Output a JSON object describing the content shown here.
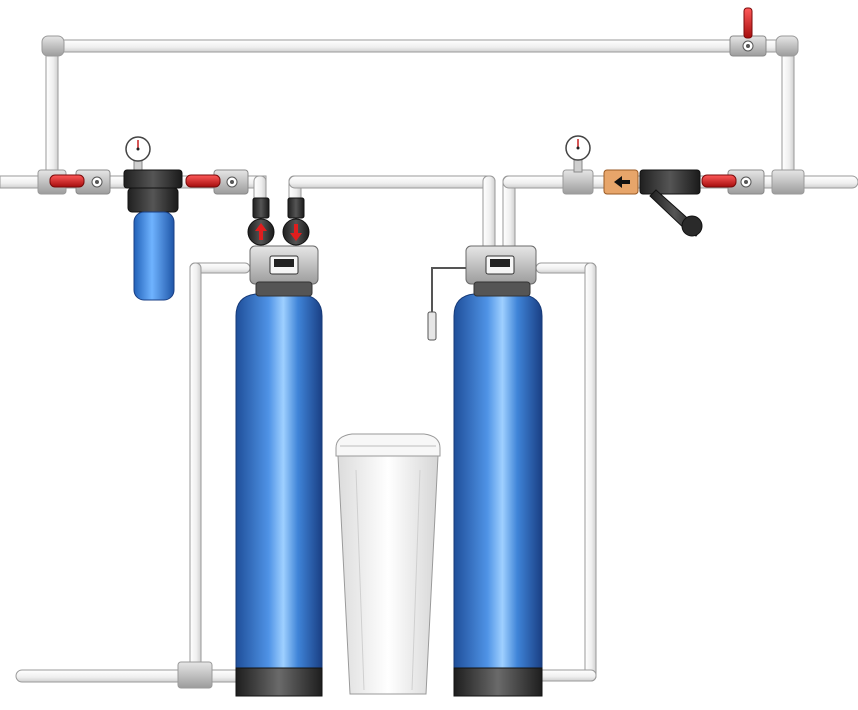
{
  "diagram": {
    "title": "",
    "colors": {
      "pipe": "#f2f2f2",
      "pipe_edge": "#9a9a9a",
      "tank_blue": "#2f6fc4",
      "tank_highlight": "#8fc4ff",
      "tank_base": "#3a3a3a",
      "valve_red": "#c81e1e",
      "filter_blue": "#2f7fd0",
      "head_grey": "#bdbdbd",
      "brine_white": "#f4f4f4",
      "brass": "#e7a56a"
    },
    "components": [
      "inlet-pipe",
      "bypass-pipe",
      "bypass-valve",
      "inlet-ball-valve",
      "pressure-gauge-inlet",
      "cartridge-filter",
      "filter-outlet-valve",
      "diverter-valve-up",
      "diverter-valve-down",
      "filter-tank-left",
      "control-head-left",
      "brine-tank",
      "softener-tank-right",
      "control-head-right",
      "check-valve",
      "y-strainer",
      "pressure-gauge-outlet",
      "outlet-ball-valve",
      "outlet-pipe",
      "drain-pipe"
    ]
  }
}
